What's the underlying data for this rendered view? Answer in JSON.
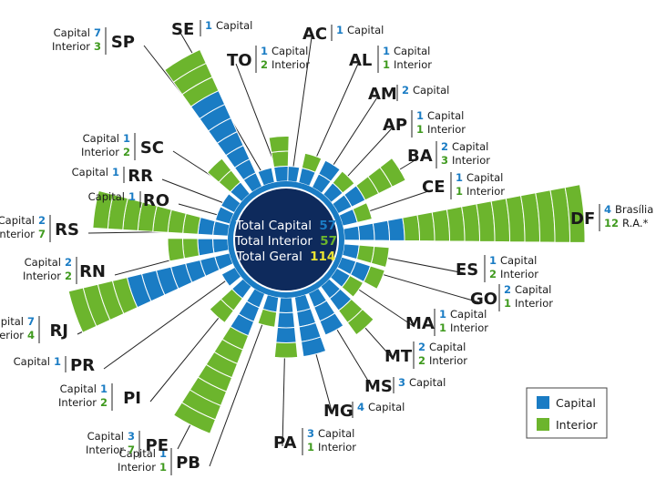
{
  "chart_data": {
    "type": "radial-bar",
    "center": {
      "total_capital_label": "Total Capital",
      "total_capital_value": "57",
      "total_interior_label": "Total Interior",
      "total_interior_value": "57",
      "total_geral_label": "Total Geral",
      "total_geral_value": "114"
    },
    "legend": [
      {
        "name": "Capital",
        "color": "#1a7cc4"
      },
      {
        "name": "Interior",
        "color": "#6cb52d"
      }
    ],
    "colors": {
      "capital": "#1a7cc4",
      "interior": "#6cb52d",
      "center": "#0e2a5c",
      "ring": "#1a7cc4",
      "capital_text": "#1a7cc4",
      "interior_text": "#3f9a1e",
      "geral_text": "#e8e233"
    },
    "states": [
      {
        "code": "AC",
        "capital": 1,
        "interior": 0,
        "lines": [
          {
            "value": "1",
            "label": "Capital",
            "kind": "capital"
          }
        ]
      },
      {
        "code": "AL",
        "capital": 1,
        "interior": 1,
        "lines": [
          {
            "value": "1",
            "label": "Capital",
            "kind": "capital"
          },
          {
            "value": "1",
            "label": "Interior",
            "kind": "interior"
          }
        ]
      },
      {
        "code": "AM",
        "capital": 2,
        "interior": 0,
        "lines": [
          {
            "value": "2",
            "label": "Capital",
            "kind": "capital"
          }
        ]
      },
      {
        "code": "AP",
        "capital": 1,
        "interior": 1,
        "lines": [
          {
            "value": "1",
            "label": "Capital",
            "kind": "capital"
          },
          {
            "value": "1",
            "label": "Interior",
            "kind": "interior"
          }
        ]
      },
      {
        "code": "BA",
        "capital": 2,
        "interior": 3,
        "lines": [
          {
            "value": "2",
            "label": "Capital",
            "kind": "capital"
          },
          {
            "value": "3",
            "label": "Interior",
            "kind": "interior"
          }
        ]
      },
      {
        "code": "CE",
        "capital": 1,
        "interior": 1,
        "lines": [
          {
            "value": "1",
            "label": "Capital",
            "kind": "capital"
          },
          {
            "value": "1",
            "label": "Interior",
            "kind": "interior"
          }
        ]
      },
      {
        "code": "DF",
        "capital": 4,
        "interior": 12,
        "lines": [
          {
            "value": "4",
            "label": "Brasília",
            "kind": "capital"
          },
          {
            "value": "12",
            "label": "R.A.*",
            "kind": "interior"
          }
        ]
      },
      {
        "code": "ES",
        "capital": 1,
        "interior": 2,
        "lines": [
          {
            "value": "1",
            "label": "Capital",
            "kind": "capital"
          },
          {
            "value": "2",
            "label": "Interior",
            "kind": "interior"
          }
        ]
      },
      {
        "code": "GO",
        "capital": 2,
        "interior": 1,
        "lines": [
          {
            "value": "2",
            "label": "Capital",
            "kind": "capital"
          },
          {
            "value": "1",
            "label": "Interior",
            "kind": "interior"
          }
        ]
      },
      {
        "code": "MA",
        "capital": 1,
        "interior": 1,
        "lines": [
          {
            "value": "1",
            "label": "Capital",
            "kind": "capital"
          },
          {
            "value": "1",
            "label": "Interior",
            "kind": "interior"
          }
        ]
      },
      {
        "code": "MT",
        "capital": 2,
        "interior": 2,
        "lines": [
          {
            "value": "2",
            "label": "Capital",
            "kind": "capital"
          },
          {
            "value": "2",
            "label": "Interior",
            "kind": "interior"
          }
        ]
      },
      {
        "code": "MS",
        "capital": 3,
        "interior": 0,
        "lines": [
          {
            "value": "3",
            "label": "Capital",
            "kind": "capital"
          }
        ]
      },
      {
        "code": "MG",
        "capital": 4,
        "interior": 0,
        "lines": [
          {
            "value": "4",
            "label": "Capital",
            "kind": "capital"
          }
        ]
      },
      {
        "code": "PA",
        "capital": 3,
        "interior": 1,
        "lines": [
          {
            "value": "3",
            "label": "Capital",
            "kind": "capital"
          },
          {
            "value": "1",
            "label": "Interior",
            "kind": "interior"
          }
        ]
      },
      {
        "code": "PB",
        "capital": 1,
        "interior": 1,
        "lines": [
          {
            "value": "1",
            "label": "Capital",
            "kind": "capital"
          },
          {
            "value": "1",
            "label": "Interior",
            "kind": "interior"
          }
        ]
      },
      {
        "code": "PE",
        "capital": 3,
        "interior": 7,
        "lines": [
          {
            "value": "3",
            "label": "Capital",
            "kind": "capital"
          },
          {
            "value": "7",
            "label": "Interior",
            "kind": "interior"
          }
        ]
      },
      {
        "code": "PI",
        "capital": 1,
        "interior": 2,
        "lines": [
          {
            "value": "1",
            "label": "Capital",
            "kind": "capital"
          },
          {
            "value": "2",
            "label": "Interior",
            "kind": "interior"
          }
        ]
      },
      {
        "code": "PR",
        "capital": 1,
        "interior": 0,
        "lines": [
          {
            "value": "1",
            "label": "Capital",
            "kind": "capital"
          }
        ]
      },
      {
        "code": "RJ",
        "capital": 7,
        "interior": 4,
        "lines": [
          {
            "value": "7",
            "label": "Capital",
            "kind": "capital"
          },
          {
            "value": "4",
            "label": "Interior",
            "kind": "interior"
          }
        ]
      },
      {
        "code": "RN",
        "capital": 2,
        "interior": 2,
        "lines": [
          {
            "value": "2",
            "label": "Capital",
            "kind": "capital"
          },
          {
            "value": "2",
            "label": "Interior",
            "kind": "interior"
          }
        ]
      },
      {
        "code": "RS",
        "capital": 2,
        "interior": 7,
        "lines": [
          {
            "value": "2",
            "label": "Capital",
            "kind": "capital"
          },
          {
            "value": "7",
            "label": "Interior",
            "kind": "interior"
          }
        ]
      },
      {
        "code": "RO",
        "capital": 1,
        "interior": 0,
        "lines": [
          {
            "value": "1",
            "label": "Capital",
            "kind": "capital"
          }
        ]
      },
      {
        "code": "RR",
        "capital": 1,
        "interior": 0,
        "lines": [
          {
            "value": "1",
            "label": "Capital",
            "kind": "capital"
          }
        ]
      },
      {
        "code": "SC",
        "capital": 1,
        "interior": 2,
        "lines": [
          {
            "value": "1",
            "label": "Capital",
            "kind": "capital"
          },
          {
            "value": "2",
            "label": "Interior",
            "kind": "interior"
          }
        ]
      },
      {
        "code": "SP",
        "capital": 7,
        "interior": 3,
        "lines": [
          {
            "value": "7",
            "label": "Capital",
            "kind": "capital"
          },
          {
            "value": "3",
            "label": "Interior",
            "kind": "interior"
          }
        ]
      },
      {
        "code": "SE",
        "capital": 1,
        "interior": 0,
        "lines": [
          {
            "value": "1",
            "label": "Capital",
            "kind": "capital"
          }
        ]
      },
      {
        "code": "TO",
        "capital": 1,
        "interior": 2,
        "lines": [
          {
            "value": "1",
            "label": "Capital",
            "kind": "capital"
          },
          {
            "value": "2",
            "label": "Interior",
            "kind": "interior"
          }
        ]
      }
    ]
  }
}
